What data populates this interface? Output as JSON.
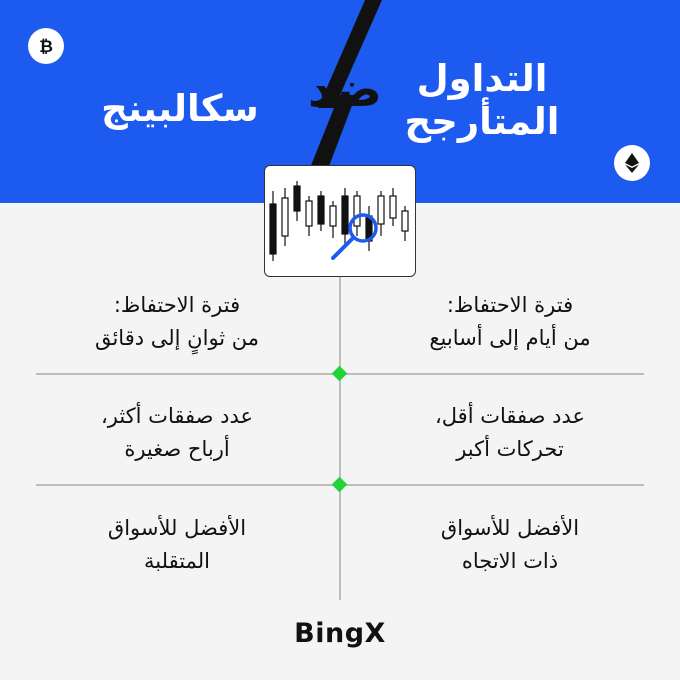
{
  "header": {
    "title_right": [
      "التداول",
      "المتأرجح"
    ],
    "title_left": "سكالبينج",
    "vs": "ضد",
    "bg_color": "#1d5af0"
  },
  "icons": {
    "top_left": "bitcoin-coin-icon",
    "right": "ethereum-coin-icon",
    "chart": "candlestick-magnifier-icon"
  },
  "rows": [
    {
      "right": [
        "فترة الاحتفاظ:",
        "من أيام إلى أسابيع"
      ],
      "left": [
        "فترة الاحتفاظ:",
        "من ثوانٍ إلى دقائق"
      ]
    },
    {
      "right": [
        "عدد صفقات أقل،",
        "تحركات أكبر"
      ],
      "left": [
        "عدد صفقات أكثر،",
        "أرباح صغيرة"
      ]
    },
    {
      "right": [
        "الأفضل للأسواق",
        "ذات الاتجاه"
      ],
      "left": [
        "الأفضل للأسواق",
        "المتقلبة"
      ]
    }
  ],
  "accent_color": "#22d43a",
  "brand": "BingX"
}
